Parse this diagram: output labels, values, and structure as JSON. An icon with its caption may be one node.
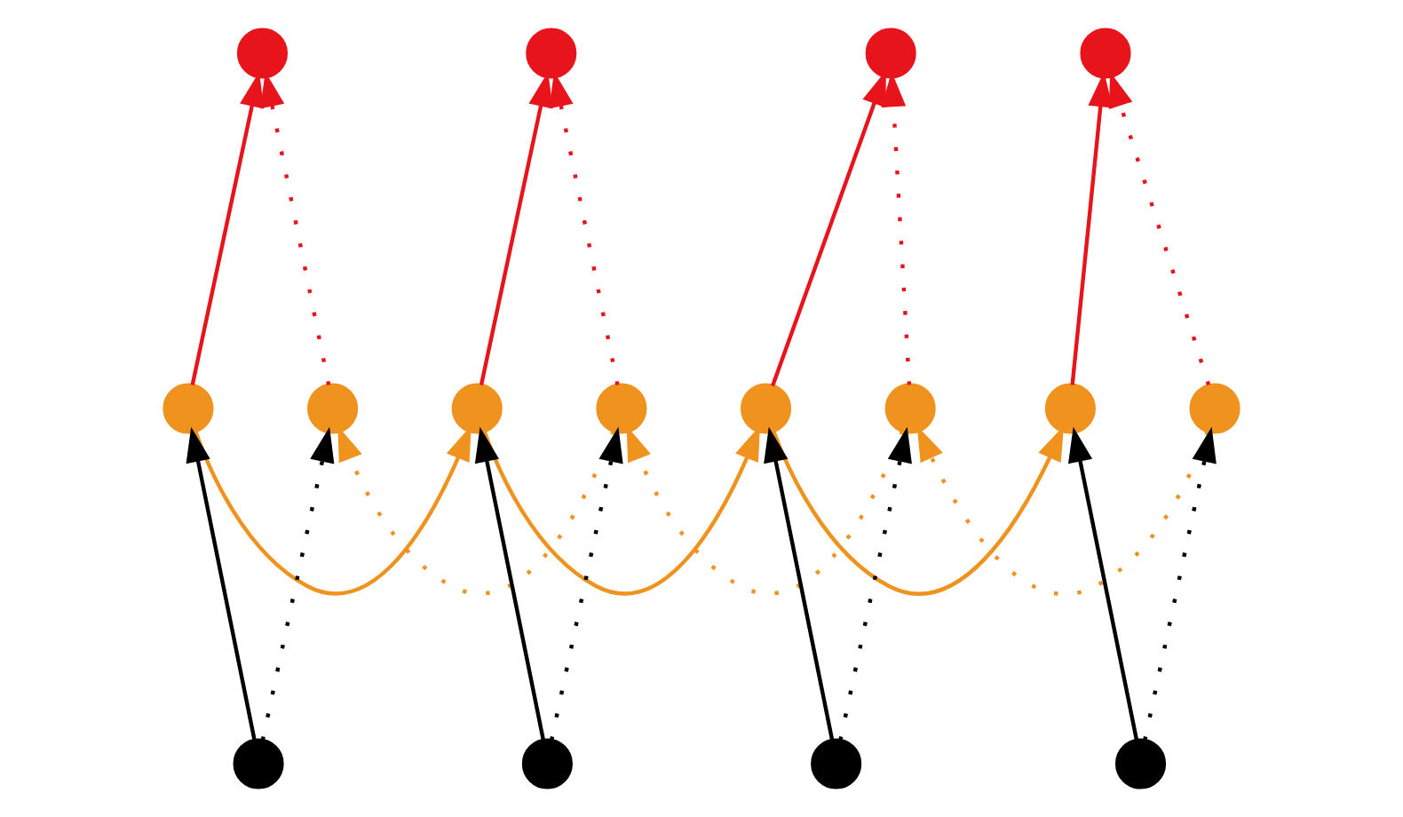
{
  "diagram": {
    "nodes": [
      {
        "text": [],
        "shape": "circle"
      },
      {
        "text": [],
        "shape": "circle"
      },
      {
        "text": [],
        "shape": "circle"
      },
      {
        "text": [],
        "shape": "circle"
      },
      {
        "text": [],
        "shape": "circle"
      },
      {
        "text": [],
        "shape": "circle"
      },
      {
        "text": [],
        "shape": "circle"
      },
      {
        "text": [],
        "shape": "circle"
      },
      {
        "text": [],
        "shape": "circle"
      },
      {
        "text": [],
        "shape": "circle"
      },
      {
        "text": [],
        "shape": "circle"
      },
      {
        "text": [],
        "shape": "circle"
      },
      {
        "text": [],
        "shape": "circle"
      },
      {
        "text": [],
        "shape": "circle"
      },
      {
        "text": [],
        "shape": "circle"
      },
      {
        "text": [],
        "shape": "circle"
      }
    ],
    "edges": [
      {
        "from": 12,
        "to": 4,
        "arrow": "to",
        "color": "#000000"
      },
      {
        "from": 12,
        "to": 5,
        "arrow": "to",
        "style": "dashed",
        "color": "#000000"
      },
      {
        "from": 13,
        "to": 6,
        "arrow": "to",
        "color": "#000000"
      },
      {
        "from": 13,
        "to": 7,
        "arrow": "to",
        "style": "dashed",
        "color": "#000000"
      },
      {
        "from": 14,
        "to": 8,
        "arrow": "to",
        "color": "#000000"
      },
      {
        "from": 14,
        "to": 9,
        "arrow": "to",
        "style": "dashed",
        "color": "#000000"
      },
      {
        "from": 15,
        "to": 10,
        "arrow": "to",
        "color": "#000000"
      },
      {
        "from": 15,
        "to": 11,
        "arrow": "to",
        "style": "dashed",
        "color": "#000000"
      },
      {
        "from": 4,
        "to": 0,
        "arrow": "to",
        "color": "#e8141c"
      },
      {
        "from": 5,
        "to": 0,
        "arrow": "to",
        "style": "dashed",
        "color": "#e8141c"
      },
      {
        "from": 6,
        "to": 1,
        "arrow": "to",
        "color": "#e8141c"
      },
      {
        "from": 7,
        "to": 1,
        "arrow": "to",
        "style": "dashed",
        "color": "#e8141c"
      },
      {
        "from": 8,
        "to": 2,
        "arrow": "to",
        "color": "#e8141c"
      },
      {
        "from": 9,
        "to": 2,
        "arrow": "to",
        "style": "dashed",
        "color": "#e8141c"
      },
      {
        "from": 10,
        "to": 3,
        "arrow": "to",
        "color": "#e8141c"
      },
      {
        "from": 11,
        "to": 3,
        "arrow": "to",
        "style": "dashed",
        "color": "#e8141c"
      },
      {
        "from": 4,
        "to": 6,
        "arrow": "to",
        "color": "#f0921e"
      },
      {
        "from": 6,
        "to": 8,
        "arrow": "to",
        "color": "#f0921e"
      },
      {
        "from": 8,
        "to": 10,
        "arrow": "to",
        "color": "#f0921e"
      },
      {
        "from": 7,
        "to": 5,
        "arrow": "to",
        "style": "dashed",
        "color": "#f0921e"
      },
      {
        "from": 9,
        "to": 7,
        "arrow": "to",
        "style": "dashed",
        "color": "#f0921e"
      },
      {
        "from": 11,
        "to": 9,
        "arrow": "to",
        "style": "dashed",
        "color": "#f0921e"
      }
    ]
  }
}
